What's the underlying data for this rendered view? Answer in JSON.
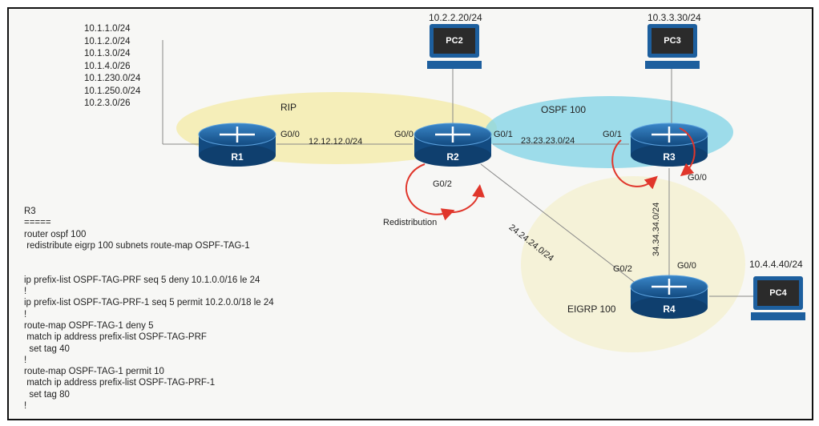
{
  "routes_r1": [
    "10.1.1.0/24",
    "10.1.2.0/24",
    "10.1.3.0/24",
    "10.1.4.0/26",
    "10.1.230.0/24",
    "10.1.250.0/24",
    "10.2.3.0/26"
  ],
  "routers": {
    "r1": "R1",
    "r2": "R2",
    "r3": "R3",
    "r4": "R4"
  },
  "pcs": {
    "pc2": "PC2",
    "pc3": "PC3",
    "pc4": "PC4"
  },
  "pc_addresses": {
    "pc2": "10.2.2.20/24",
    "pc3": "10.3.3.30/24",
    "pc4": "10.4.4.40/24"
  },
  "domains": {
    "rip": "RIP",
    "ospf": "OSPF 100",
    "eigrp": "EIGRP 100"
  },
  "links": {
    "r1_r2": "12.12.12.0/24",
    "r2_r3": "23.23.23.0/24",
    "r2_r4": "24.24.24.0/24",
    "r3_r4": "34.34.34.0/24"
  },
  "interfaces": {
    "r1_g00": "G0/0",
    "r2_g00": "G0/0",
    "r2_g01": "G0/1",
    "r2_g02": "G0/2",
    "r3_g01": "G0/1",
    "r3_g00": "G0/0",
    "r4_g02": "G0/2",
    "r4_g00": "G0/0"
  },
  "redistribution_label": "Redistribution",
  "config": {
    "lines": [
      "R3",
      "=====",
      "router ospf 100",
      " redistribute eigrp 100 subnets route-map OSPF-TAG-1",
      "",
      "",
      "ip prefix-list OSPF-TAG-PRF seq 5 deny 10.1.0.0/16 le 24",
      "!",
      "ip prefix-list OSPF-TAG-PRF-1 seq 5 permit 10.2.0.0/18 le 24",
      "!",
      "route-map OSPF-TAG-1 deny 5",
      " match ip address prefix-list OSPF-TAG-PRF",
      "  set tag 40",
      "!",
      "route-map OSPF-TAG-1 permit 10",
      " match ip address prefix-list OSPF-TAG-PRF-1",
      "  set tag 80",
      "!"
    ]
  },
  "colors": {
    "router": "#1d5f9e",
    "rip": "#f3eaa0",
    "ospf": "#7fd3e6",
    "eigrp": "#f4efc0",
    "arrow": "#e0362b"
  }
}
